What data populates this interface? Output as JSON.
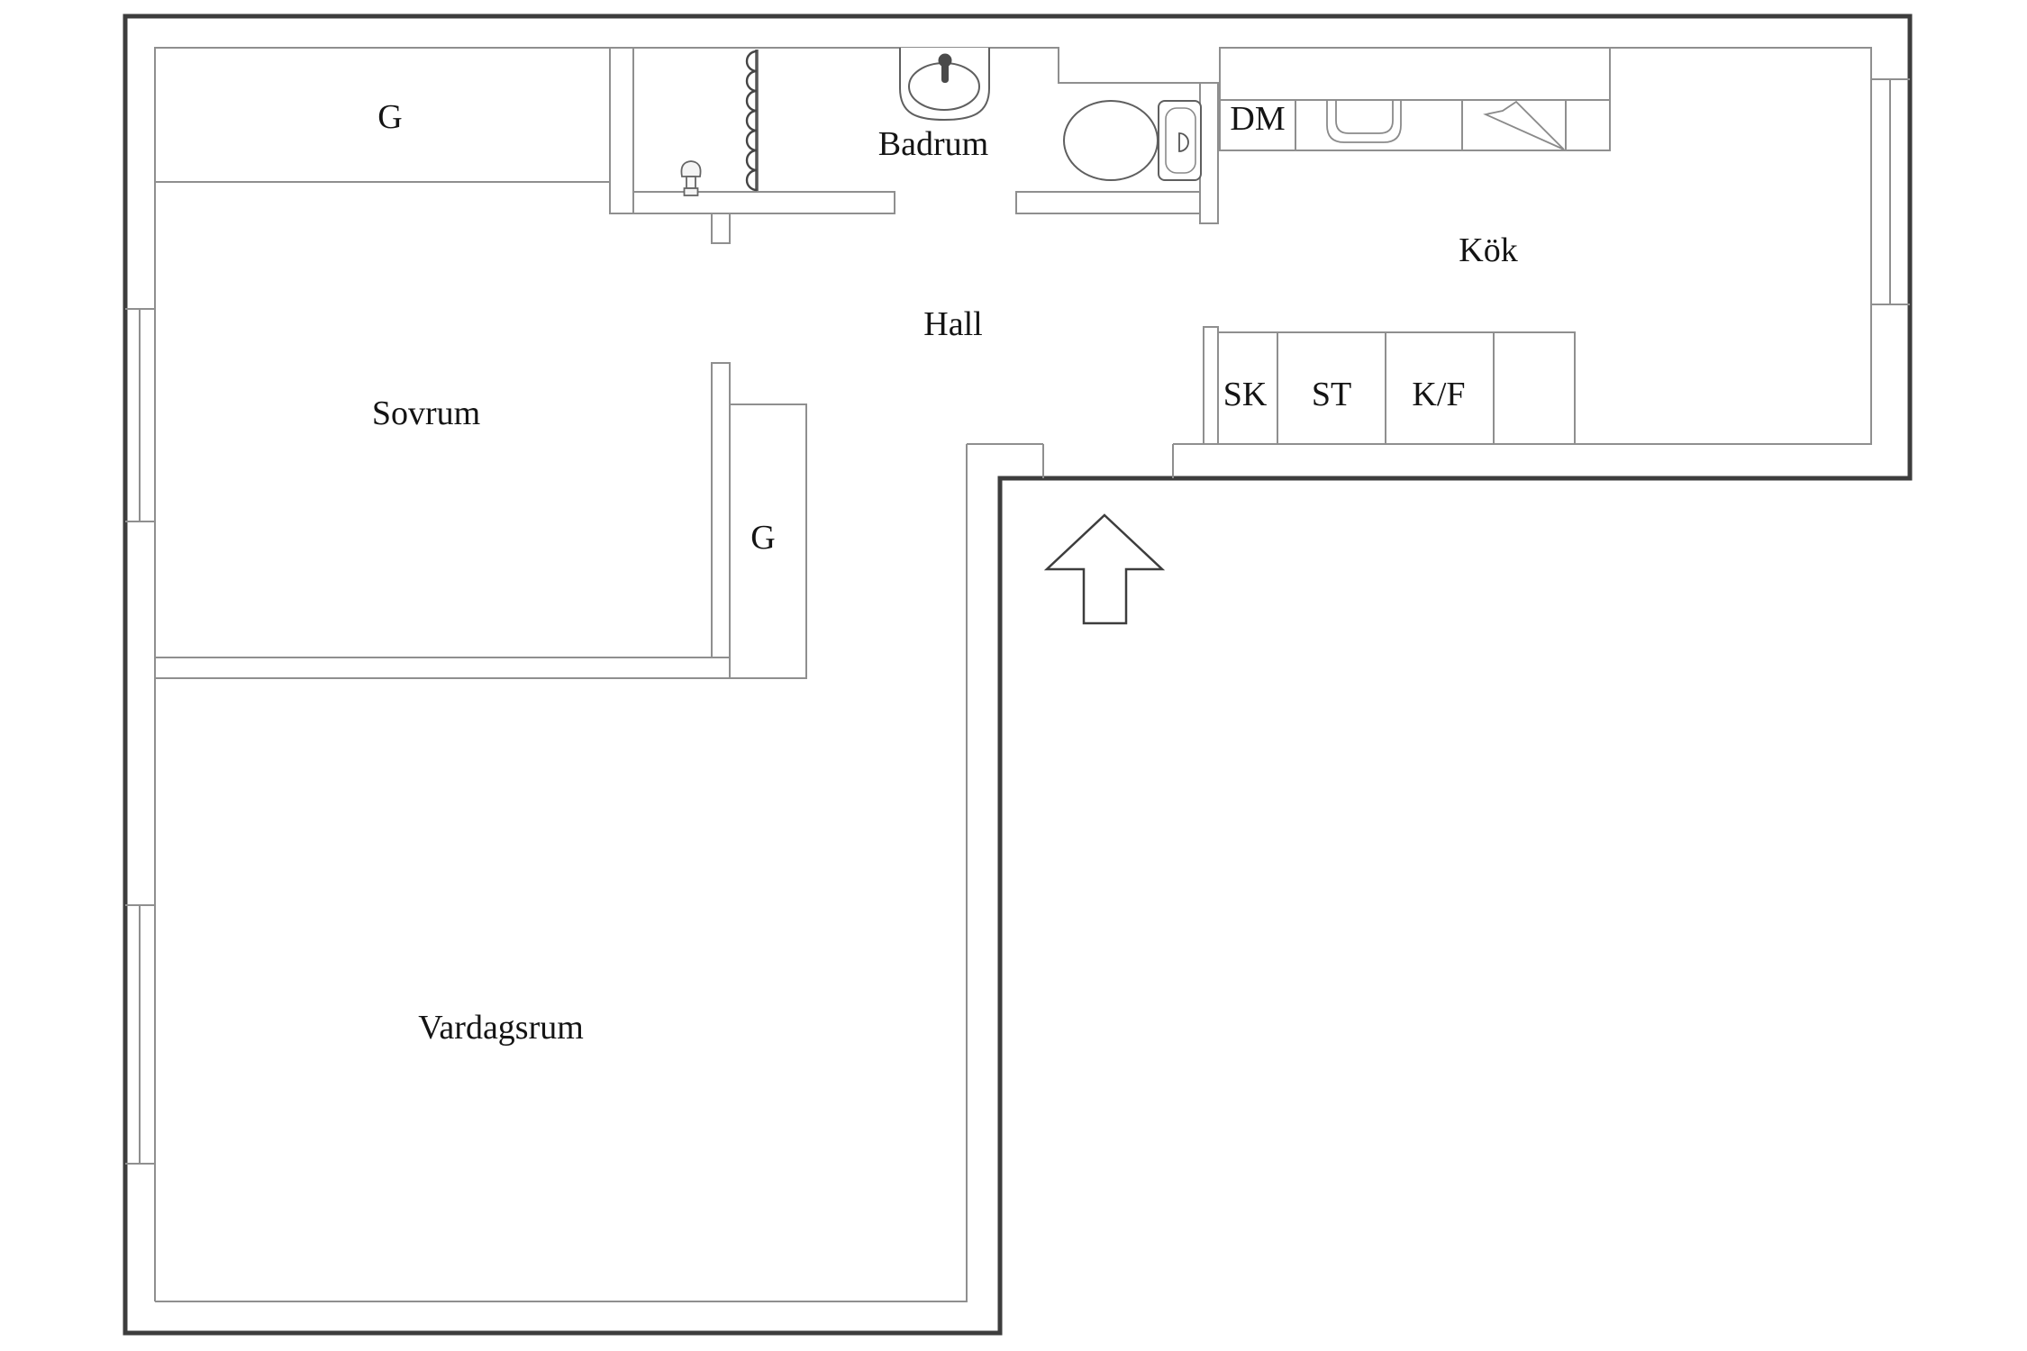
{
  "floorplan": {
    "labels": {
      "bedroom_closet": "G",
      "bedroom": "Sovrum",
      "bathroom": "Badrum",
      "hall": "Hall",
      "hall_closet": "G",
      "kitchen": "Kök",
      "living_room": "Vardagsrum",
      "dishwasher": "DM",
      "cabinet_sk": "SK",
      "cabinet_st": "ST",
      "fridge_freezer": "K/F"
    },
    "colors": {
      "background": "#ffffff",
      "outer_wall": "#3d3d3d",
      "inner_wall": "#8f8f8f",
      "fixture_line": "#5f5f5f",
      "label_text": "#141414"
    }
  }
}
